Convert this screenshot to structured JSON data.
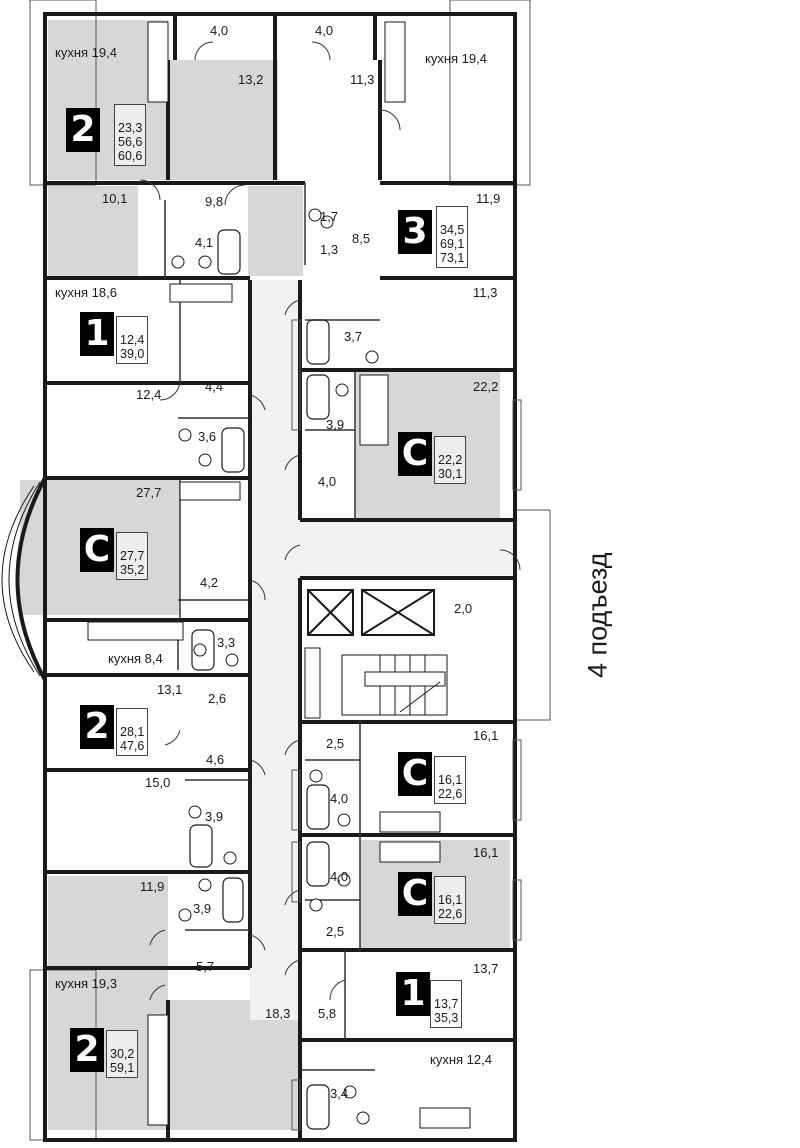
{
  "entrance_title": "4 подъезд",
  "colors": {
    "wall": "#1a1a1a",
    "room_shaded": "#d7d7d7",
    "room_light": "#f1f1f1",
    "badge": "#000000"
  },
  "units": [
    {
      "id": "u1",
      "rooms": "2",
      "areas": [
        "23,3",
        "56,6",
        "60,6"
      ]
    },
    {
      "id": "u2",
      "rooms": "3",
      "areas": [
        "34,5",
        "69,1",
        "73,1"
      ]
    },
    {
      "id": "u3",
      "rooms": "1",
      "areas": [
        "12,4",
        "39,0"
      ]
    },
    {
      "id": "u4",
      "rooms": "С",
      "areas": [
        "22,2",
        "30,1"
      ]
    },
    {
      "id": "u5",
      "rooms": "С",
      "areas": [
        "27,7",
        "35,2"
      ]
    },
    {
      "id": "u6",
      "rooms": "2",
      "areas": [
        "28,1",
        "47,6"
      ]
    },
    {
      "id": "u7",
      "rooms": "С",
      "areas": [
        "16,1",
        "22,6"
      ]
    },
    {
      "id": "u8",
      "rooms": "С",
      "areas": [
        "16,1",
        "22,6"
      ]
    },
    {
      "id": "u9",
      "rooms": "1",
      "areas": [
        "13,7",
        "35,3"
      ]
    },
    {
      "id": "u10",
      "rooms": "2",
      "areas": [
        "30,2",
        "59,1"
      ]
    }
  ],
  "room_labels": {
    "r01": "4,0",
    "r02": "4,0",
    "r03": "кухня 19,4",
    "r04": "кухня 19,4",
    "r05": "13,2",
    "r06": "11,3",
    "r07": "10,1",
    "r08": "9,8",
    "r09": "4,1",
    "r10": "1,7",
    "r11": "1,3",
    "r12": "8,5",
    "r13": "11,9",
    "r14": "кухня 18,6",
    "r15": "11,3",
    "r16": "3,7",
    "r17": "4,4",
    "r18": "12,4",
    "r19": "22,2",
    "r20": "3,6",
    "r21": "3,9",
    "r22": "4,0",
    "r23": "27,7",
    "r24": "4,2",
    "r25": "2,0",
    "r26": "3,3",
    "r27": "кухня 8,4",
    "r28": "13,1",
    "r29": "2,6",
    "r30": "2,5",
    "r31": "16,1",
    "r32": "4,6",
    "r33": "15,0",
    "r34": "4,0",
    "r35": "3,9",
    "r36": "16,1",
    "r37": "4,0",
    "r38": "11,9",
    "r39": "3,9",
    "r40": "2,5",
    "r41": "5,7",
    "r42": "13,7",
    "r43": "кухня 19,3",
    "r44": "18,3",
    "r45": "5,8",
    "r46": "кухня 12,4",
    "r47": "3,4"
  }
}
